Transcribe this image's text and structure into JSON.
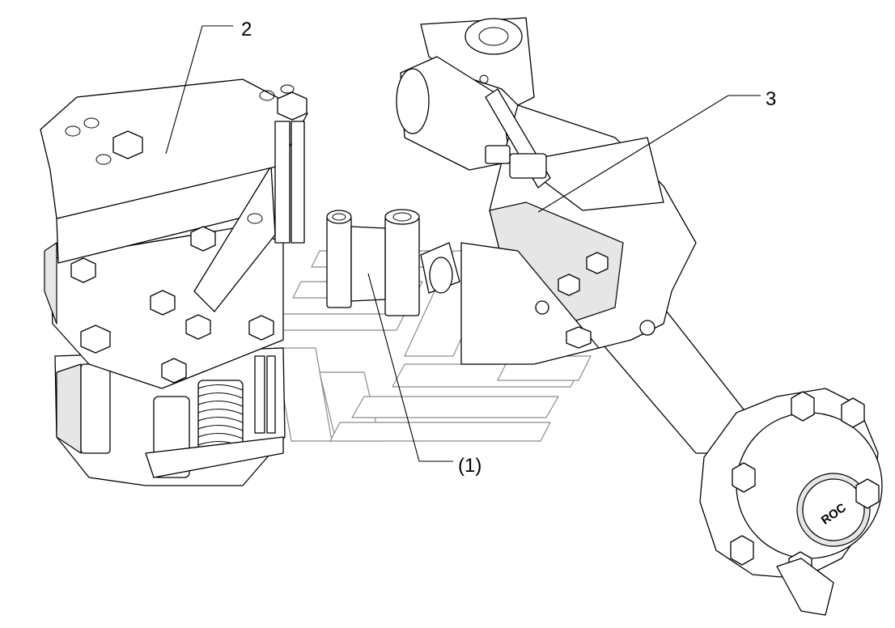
{
  "callouts": {
    "part_2": "2",
    "part_3": "3",
    "part_1": "(1)"
  },
  "hub_stamp": "ROC",
  "colors": {
    "line": "#000000",
    "fill": "#ffffff",
    "shade": "#e6e6e6",
    "watermark": "#8a8a8a"
  }
}
